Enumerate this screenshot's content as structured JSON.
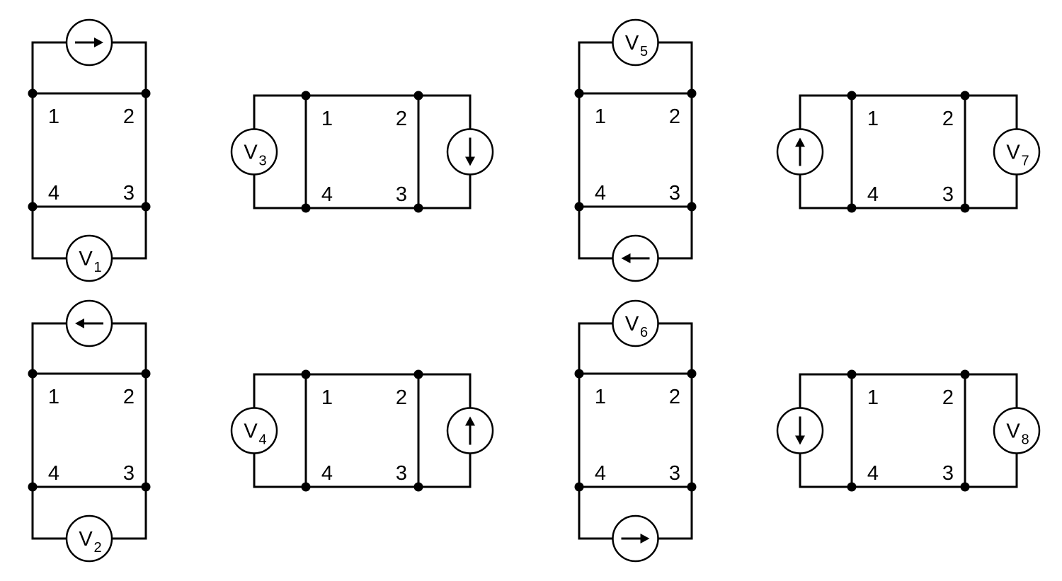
{
  "colors": {
    "ink": "#000000",
    "background": "#ffffff"
  },
  "circuits": [
    {
      "id": "c1",
      "orientation": "vertical",
      "node_labels": [
        "1",
        "2",
        "3",
        "4"
      ],
      "meter": {
        "letter": "V",
        "subscript": "1"
      },
      "meter_side": "bottom",
      "source_side": "top",
      "source_arrow": "right"
    },
    {
      "id": "c2",
      "orientation": "vertical",
      "node_labels": [
        "1",
        "2",
        "3",
        "4"
      ],
      "meter": {
        "letter": "V",
        "subscript": "2"
      },
      "meter_side": "bottom",
      "source_side": "top",
      "source_arrow": "left"
    },
    {
      "id": "c3",
      "orientation": "horizontal",
      "node_labels": [
        "1",
        "2",
        "3",
        "4"
      ],
      "meter": {
        "letter": "V",
        "subscript": "3"
      },
      "meter_side": "left",
      "source_side": "right",
      "source_arrow": "down"
    },
    {
      "id": "c4",
      "orientation": "horizontal",
      "node_labels": [
        "1",
        "2",
        "3",
        "4"
      ],
      "meter": {
        "letter": "V",
        "subscript": "4"
      },
      "meter_side": "left",
      "source_side": "right",
      "source_arrow": "up"
    },
    {
      "id": "c5",
      "orientation": "vertical",
      "node_labels": [
        "1",
        "2",
        "3",
        "4"
      ],
      "meter": {
        "letter": "V",
        "subscript": "5"
      },
      "meter_side": "top",
      "source_side": "bottom",
      "source_arrow": "left"
    },
    {
      "id": "c6",
      "orientation": "vertical",
      "node_labels": [
        "1",
        "2",
        "3",
        "4"
      ],
      "meter": {
        "letter": "V",
        "subscript": "6"
      },
      "meter_side": "top",
      "source_side": "bottom",
      "source_arrow": "right"
    },
    {
      "id": "c7",
      "orientation": "horizontal",
      "node_labels": [
        "1",
        "2",
        "3",
        "4"
      ],
      "meter": {
        "letter": "V",
        "subscript": "7"
      },
      "meter_side": "right",
      "source_side": "left",
      "source_arrow": "up"
    },
    {
      "id": "c8",
      "orientation": "horizontal",
      "node_labels": [
        "1",
        "2",
        "3",
        "4"
      ],
      "meter": {
        "letter": "V",
        "subscript": "8"
      },
      "meter_side": "right",
      "source_side": "left",
      "source_arrow": "down"
    }
  ]
}
